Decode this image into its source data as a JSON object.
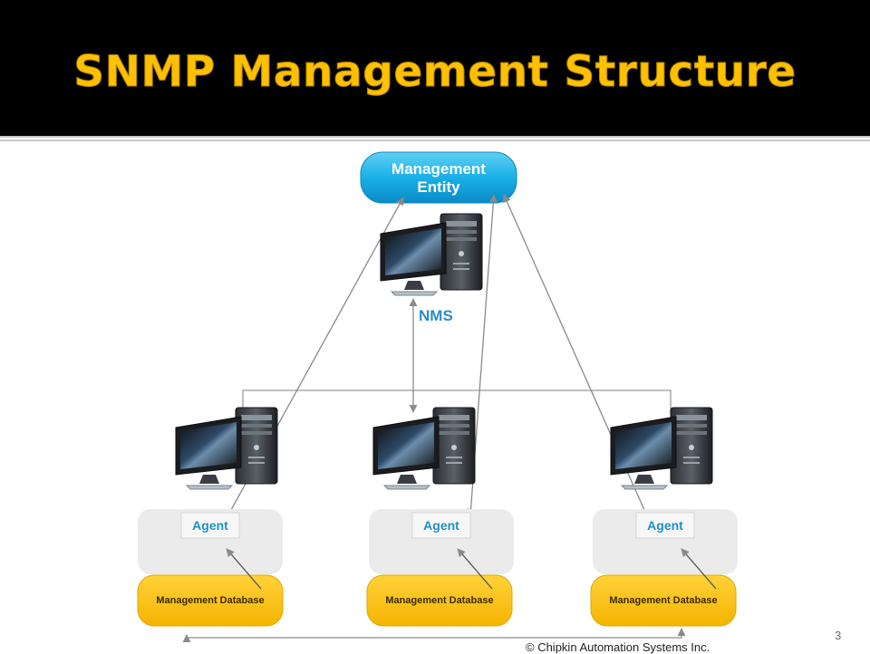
{
  "slide": {
    "title": "SNMP Management Structure",
    "page_number": "3",
    "copyright": "© Chipkin Automation Systems Inc."
  },
  "diagram": {
    "management_entity": "Management\nEntity",
    "nms_label": "NMS",
    "agents": [
      {
        "label": "Agent",
        "database": "Management Database"
      },
      {
        "label": "Agent",
        "database": "Management Database"
      },
      {
        "label": "Agent",
        "database": "Management Database"
      }
    ]
  },
  "colors": {
    "title_text": "#ffc000",
    "title_background": "#000000",
    "management_entity": "#1fa8de",
    "database": "#ffbf00",
    "agent_text": "#1e90c8",
    "agent_panel": "#ebebeb",
    "connector": "#909090"
  }
}
